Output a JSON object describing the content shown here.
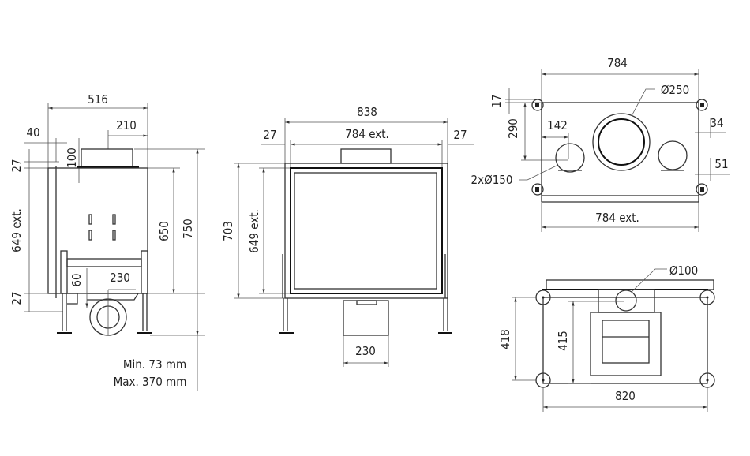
{
  "side_view": {
    "width_total": "516",
    "flue_offset": "210",
    "front_offset": "40",
    "flue_height": "100",
    "top_margin": "27",
    "height_ext": "649 ext.",
    "bottom_margin": "27",
    "height_body": "650",
    "height_total": "750",
    "air_inlet_height": "60",
    "air_inlet_offset": "230",
    "leg_min": "Min. 73 mm",
    "leg_max": "Max. 370 mm"
  },
  "front_view": {
    "width_total": "838",
    "width_ext": "784 ext.",
    "left_margin": "27",
    "right_margin": "27",
    "height_total": "703",
    "height_ext": "649 ext.",
    "air_box_width": "230"
  },
  "top_view": {
    "width_top": "784",
    "width_ext": "784 ext.",
    "offset_17": "17",
    "offset_290": "290",
    "offset_142": "142",
    "offset_34": "34",
    "offset_51": "51",
    "flue_diameter": "Ø250",
    "side_outlets": "2xØ150"
  },
  "bottom_view": {
    "inlet_diameter": "Ø100",
    "depth_418": "418",
    "depth_415": "415",
    "width": "820"
  }
}
